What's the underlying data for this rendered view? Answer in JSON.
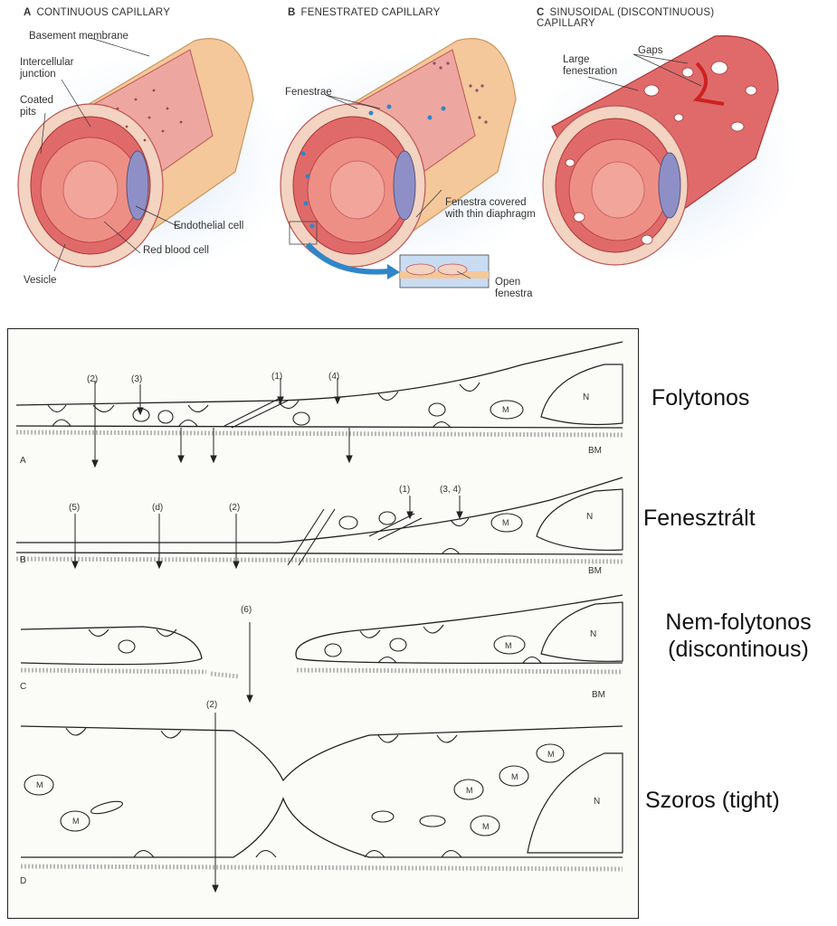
{
  "top_panels": {
    "a": {
      "letter": "A",
      "title": "CONTINUOUS CAPILLARY",
      "labels": {
        "basement_membrane": "Basement membrane",
        "intercellular_junction": "Intercellular junction",
        "coated_pits": "Coated pits",
        "endothelial_cell": "Endothelial cell",
        "red_blood_cell": "Red blood cell",
        "vesicle": "Vesicle"
      }
    },
    "b": {
      "letter": "B",
      "title": "FENESTRATED CAPILLARY",
      "labels": {
        "fenestrae": "Fenestrae",
        "fenestra_covered": "Fenestra covered with thin diaphragm",
        "open_fenestra": "Open fenestra"
      }
    },
    "c": {
      "letter": "C",
      "title": "SINUSOIDAL (DISCONTINUOUS) CAPILLARY",
      "labels": {
        "gaps": "Gaps",
        "large_fenestration": "Large fenestration"
      }
    }
  },
  "bottom_panel": {
    "rows": [
      {
        "letter": "A",
        "side_label": "Folytonos",
        "marks": [
          "(2)",
          "(3)",
          "(1)",
          "(4)"
        ],
        "n": "N",
        "bm": "BM"
      },
      {
        "letter": "B",
        "side_label": "Fenesztrált",
        "marks": [
          "(5)",
          "(d)",
          "(2)",
          "(1)",
          "(3, 4)"
        ],
        "n": "N",
        "bm": "BM"
      },
      {
        "letter": "C",
        "side_label": "Nem-folytonos (discontinous)",
        "marks": [
          "(6)"
        ],
        "n": "N",
        "bm": "BM"
      },
      {
        "letter": "D",
        "side_label": "Szoros (tight)",
        "marks": [
          "(2)"
        ],
        "n": "N"
      }
    ],
    "organelle_label": "M"
  },
  "colors": {
    "endothelium": "#e06a6a",
    "outer_wall": "#f4c89a",
    "rbc": "#ee8f86",
    "nucleus": "#8f8fc8",
    "fenestra_blue": "#2f86c8",
    "halo": "#c9dcf2"
  }
}
